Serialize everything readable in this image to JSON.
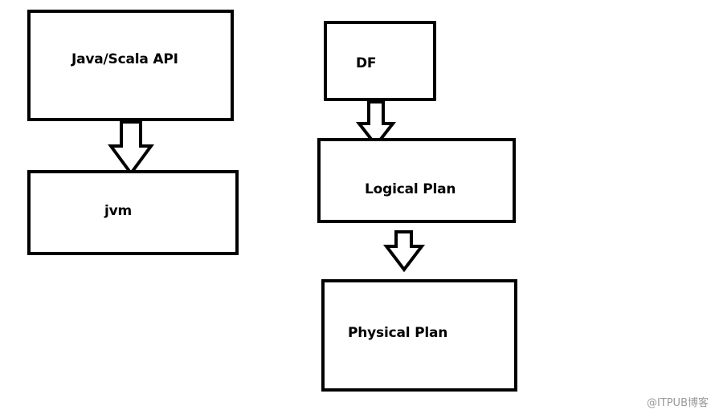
{
  "diagram": {
    "left_flow": {
      "api_box": {
        "label": "Java/Scala API"
      },
      "jvm_box": {
        "label": "jvm"
      }
    },
    "right_flow": {
      "df_box": {
        "label": "DF"
      },
      "logical_plan_box": {
        "label": "Logical Plan"
      },
      "physical_plan_box": {
        "label": "Physical Plan"
      }
    }
  },
  "watermark": {
    "text": "@ITPUB博客"
  },
  "colors": {
    "stroke": "#000000",
    "background": "#ffffff",
    "watermark": "#9a9a9a"
  }
}
